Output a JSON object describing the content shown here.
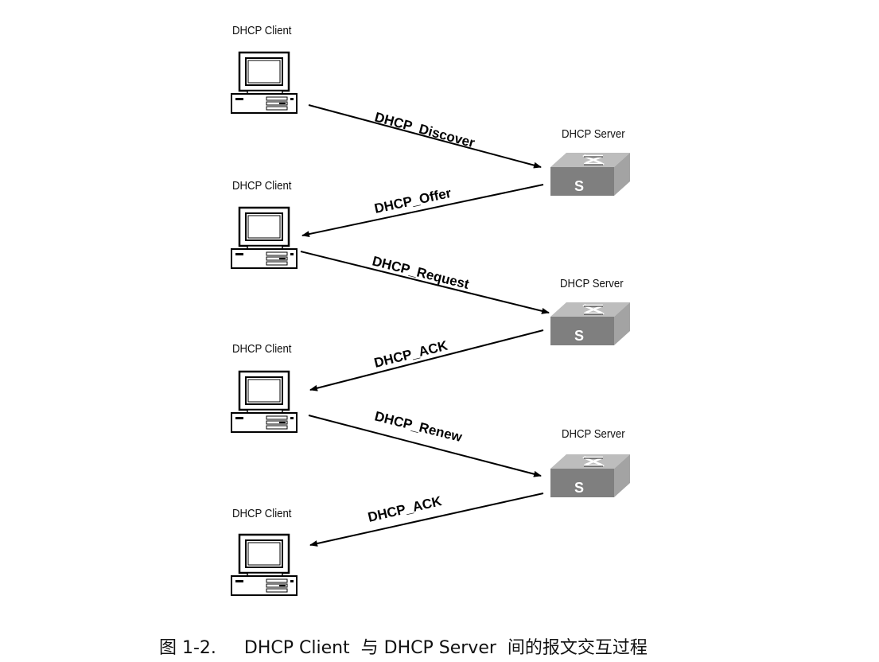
{
  "diagram": {
    "clients": [
      {
        "label": "DHCP Client"
      },
      {
        "label": "DHCP Client"
      },
      {
        "label": "DHCP Client"
      },
      {
        "label": "DHCP Client"
      }
    ],
    "servers": [
      {
        "label": "DHCP Server",
        "icon_letter": "S"
      },
      {
        "label": "DHCP Server",
        "icon_letter": "S"
      },
      {
        "label": "DHCP Server",
        "icon_letter": "S"
      }
    ],
    "messages": [
      {
        "label": "DHCP_Discover",
        "direction": "client-to-server"
      },
      {
        "label": "DHCP_Offer",
        "direction": "server-to-client"
      },
      {
        "label": "DHCP_Request",
        "direction": "client-to-server"
      },
      {
        "label": "DHCP_ACK",
        "direction": "server-to-client"
      },
      {
        "label": "DHCP_Renew",
        "direction": "client-to-server"
      },
      {
        "label": "DHCP_ACK",
        "direction": "server-to-client"
      }
    ],
    "colors": {
      "switch_top": "#b8b8b8",
      "switch_front": "#808080",
      "switch_side": "#a0a0a0",
      "line": "#000000"
    }
  },
  "caption": {
    "text": "图 1-2.     DHCP Client  与 DHCP Server  间的报文交互过程"
  }
}
